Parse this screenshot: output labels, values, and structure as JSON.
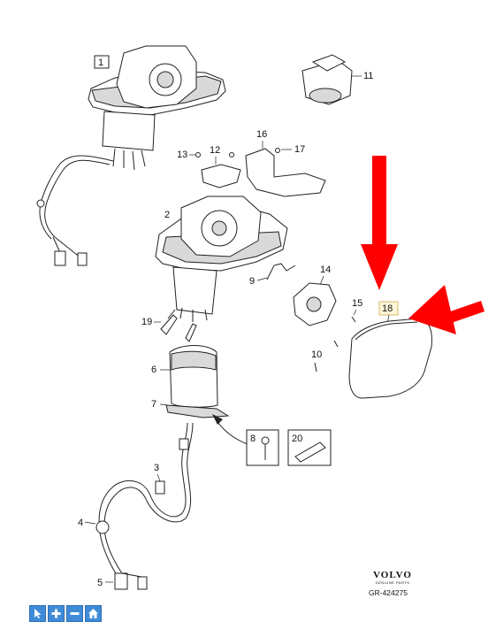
{
  "callouts": {
    "c1": "1",
    "c2": "2",
    "c3": "3",
    "c4": "4",
    "c5": "5",
    "c6": "6",
    "c7": "7",
    "c8": "8",
    "c9": "9",
    "c10": "10",
    "c11": "11",
    "c12": "12",
    "c13": "13",
    "c14": "14",
    "c15": "15",
    "c16": "16",
    "c17": "17",
    "c18": "18",
    "c19": "19",
    "c20": "20"
  },
  "brand": {
    "logo": "VOLVO",
    "sub": "GENUINE PARTS"
  },
  "reference": "GR-424275",
  "highlight": {
    "color": "#ff0000",
    "part": "18"
  },
  "toolbar": {
    "icons": [
      "pointer-icon",
      "zoom-in-icon",
      "zoom-out-icon",
      "home-icon"
    ]
  }
}
